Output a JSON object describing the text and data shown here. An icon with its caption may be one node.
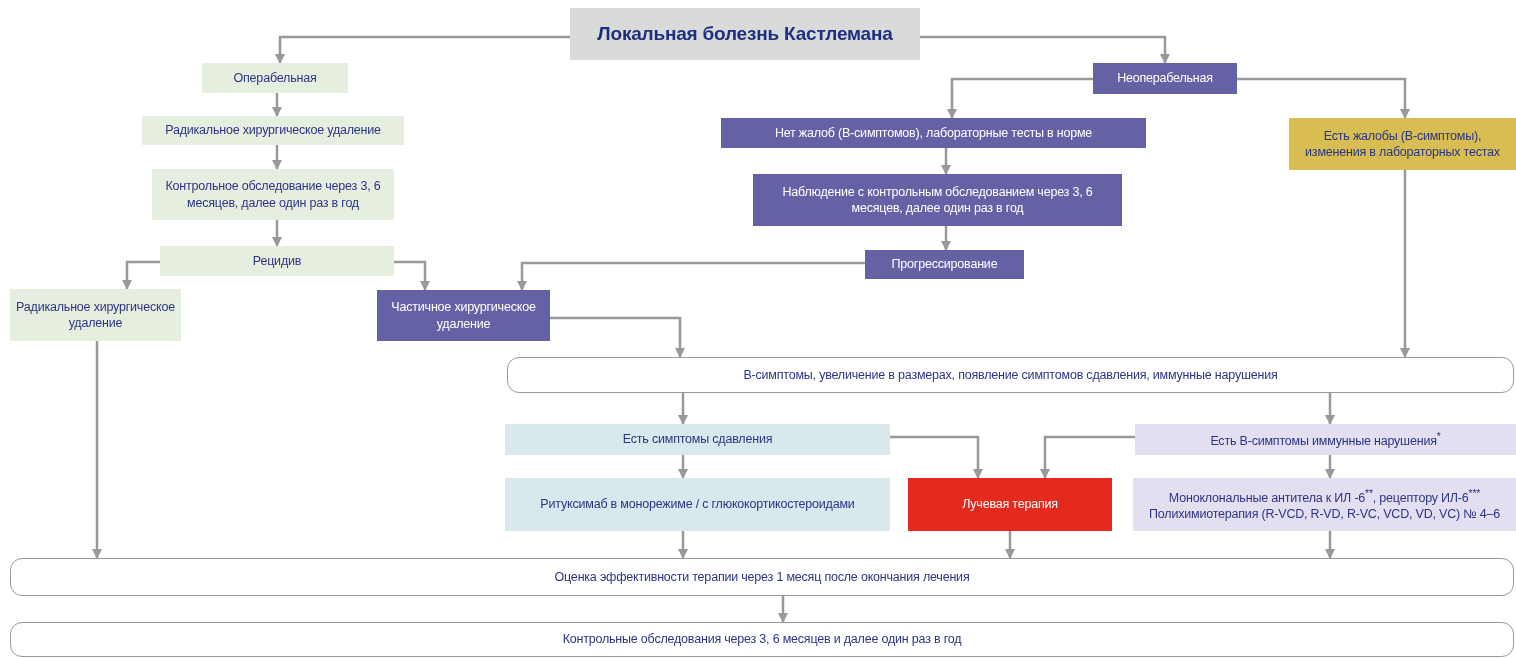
{
  "diagram": {
    "nodes": [
      {
        "text": [
          "Локальная болезнь Кастлемана"
        ]
      },
      {
        "text": [
          "Операбельная"
        ]
      },
      {
        "text": [
          "Радикальное хирургическое удаление"
        ]
      },
      {
        "text": [
          "Контрольное обследование через 3, 6 месяцев, далее один раз в год"
        ]
      },
      {
        "text": [
          "Рецидив"
        ]
      },
      {
        "text": [
          "Радикальное хирургическое удаление"
        ]
      },
      {
        "text": [
          "Частичное хирургическое удаление"
        ]
      },
      {
        "text": [
          "Неоперабельная"
        ]
      },
      {
        "text": [
          "Нет жалоб (В-симптомов), лабораторные тесты в норме"
        ]
      },
      {
        "text": [
          "Наблюдение с контрольным обследованием через 3, 6 месяцев, далее один раз в год"
        ]
      },
      {
        "text": [
          "Прогрессирование"
        ]
      },
      {
        "text": [
          "Есть жалобы (В-симптомы), изменения в лабораторных тестах"
        ]
      },
      {
        "text": [
          "В-симптомы, увеличение в размерах, появление симптомов сдавления, иммунные нарушения"
        ]
      },
      {
        "text": [
          "Есть симптомы сдавления"
        ]
      },
      {
        "text": [
          "Ритуксимаб в монорежиме / с глюкокортикостероидами"
        ]
      },
      {
        "text": [
          "Лучевая терапия"
        ]
      },
      {
        "text": [
          "Есть В-симптомы иммунные нарушения$^{*}$"
        ]
      },
      {
        "text": [
          "Моноклональные антитела к ИЛ -6$^{**}$, рецептору ИЛ-6$^{***}$ Полихимиотерапия (R-VCD, R-VD, R-VC, VCD, VD, VC) № 4–6"
        ]
      },
      {
        "text": [
          "Оценка эффективности терапии через 1 месяц после окончания лечения"
        ]
      },
      {
        "text": [
          "Контрольные обследования через 3, 6 месяцев и далее один раз в год"
        ]
      }
    ],
    "edges": [
      {
        "from": 0,
        "to": 1,
        "arrow": "to"
      },
      {
        "from": 0,
        "to": 7,
        "arrow": "to"
      },
      {
        "from": 1,
        "to": 2,
        "arrow": "to"
      },
      {
        "from": 2,
        "to": 3,
        "arrow": "to"
      },
      {
        "from": 3,
        "to": 4,
        "arrow": "to"
      },
      {
        "from": 4,
        "to": 5,
        "arrow": "to"
      },
      {
        "from": 4,
        "to": 6,
        "arrow": "to"
      },
      {
        "from": 7,
        "to": 8,
        "arrow": "to"
      },
      {
        "from": 7,
        "to": 11,
        "arrow": "to"
      },
      {
        "from": 8,
        "to": 9,
        "arrow": "to"
      },
      {
        "from": 9,
        "to": 10,
        "arrow": "to"
      },
      {
        "from": 10,
        "to": 6,
        "arrow": "to"
      },
      {
        "from": 6,
        "to": 12,
        "arrow": "to"
      },
      {
        "from": 11,
        "to": 12,
        "arrow": "to"
      },
      {
        "from": 12,
        "to": 13,
        "arrow": "to"
      },
      {
        "from": 12,
        "to": 16,
        "arrow": "to"
      },
      {
        "from": 13,
        "to": 14,
        "arrow": "to"
      },
      {
        "from": 16,
        "to": 17,
        "arrow": "to"
      },
      {
        "from": 13,
        "to": 15,
        "arrow": "to"
      },
      {
        "from": 16,
        "to": 15,
        "arrow": "to"
      },
      {
        "from": 5,
        "to": 18,
        "arrow": "to"
      },
      {
        "from": 14,
        "to": 18,
        "arrow": "to"
      },
      {
        "from": 15,
        "to": 18,
        "arrow": "to"
      },
      {
        "from": 17,
        "to": 18,
        "arrow": "to"
      },
      {
        "from": 18,
        "to": 19,
        "arrow": "to"
      }
    ]
  }
}
